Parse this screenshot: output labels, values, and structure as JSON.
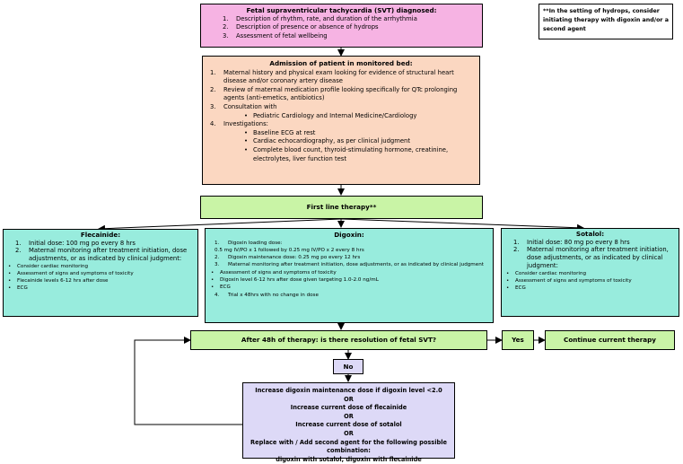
{
  "note": "**In the setting of hydrops, consider initiating therapy with digoxin and/or a second agent",
  "svt_box": {
    "title": "Fetal supraventricular tachycardia (SVT) diagnosed:",
    "items": [
      "Description of rhythm, rate, and duration of the arrhythmia",
      "Description of presence or absence of hydrops",
      "Assessment of fetal wellbeing"
    ]
  },
  "admission_box": {
    "title": "Admission of patient in monitored bed:",
    "items": [
      "Maternal history and physical exam looking for evidence of structural heart disease and/or coronary artery disease",
      "Review of maternal medication profile looking specifically for QTc prolonging agents (anti-emetics, antibiotics)",
      "Consultation with",
      "Investigations:"
    ],
    "consult_sub": [
      "Pediatric Cardiology and Internal Medicine/Cardiology"
    ],
    "invest_sub": [
      "Baseline ECG at rest",
      "Cardiac echocardiography, as per clinical judgment",
      "Complete blood count, thyroid-stimulating hormone, creatinine, electrolytes, liver function test"
    ]
  },
  "first_line": "First line therapy**",
  "flecainide": {
    "title": "Flecainide:",
    "items": [
      "Initial dose: 100 mg po every 8 hrs",
      "Maternal monitoring after treatment initiation, dose adjustments, or as indicated by clinical judgment:"
    ],
    "bullets": [
      "Consider cardiac monitoring",
      "Assessment of signs and symptoms of toxicity",
      "Flecainide levels 6-12 hrs after dose",
      "ECG"
    ]
  },
  "digoxin": {
    "title": "Digoxin:",
    "item1": "Digoxin loading dose:",
    "item1_detail": "0.5 mg IV/PO x 1 followed by 0.25 mg IV/PO x 2 every 8 hrs",
    "item2": "Digoxin maintenance dose: 0.25 mg po every 12 hrs",
    "item3": "Maternal monitoring after treatment initiation, dose adjustments, or as indicated by clinical judgment",
    "bullets": [
      "Assessment of signs and symptoms of toxicity",
      "Digoxin level 6-12 hrs after dose given targeting 1.0-2.0 ng/mL",
      "ECG"
    ],
    "item4": "Trial x 48hrs with no change in dose"
  },
  "sotalol": {
    "title": "Sotalol:",
    "items": [
      "Initial dose: 80 mg po every 8 hrs",
      "Maternal monitoring after treatment initiation, dose adjustments, or as indicated by clinical judgment:"
    ],
    "bullets": [
      "Consider cardiac monitoring",
      "Assessment of signs and symptoms of toxicity",
      "ECG"
    ]
  },
  "after48": "After 48h of therapy: is there resolution of fetal SVT?",
  "yes": "Yes",
  "continue": "Continue current therapy",
  "no": "No",
  "final": {
    "l1": "Increase digoxin maintenance dose if digoxin level <2.0",
    "or1": "OR",
    "l2": "Increase current dose of flecainide",
    "or2": "OR",
    "l3": "Increase current dose of sotalol",
    "or3": "OR",
    "l4": "Replace with / Add second agent for the following possible combination:",
    "l5": "digoxin with sotalol, digoxin with flecainide"
  }
}
